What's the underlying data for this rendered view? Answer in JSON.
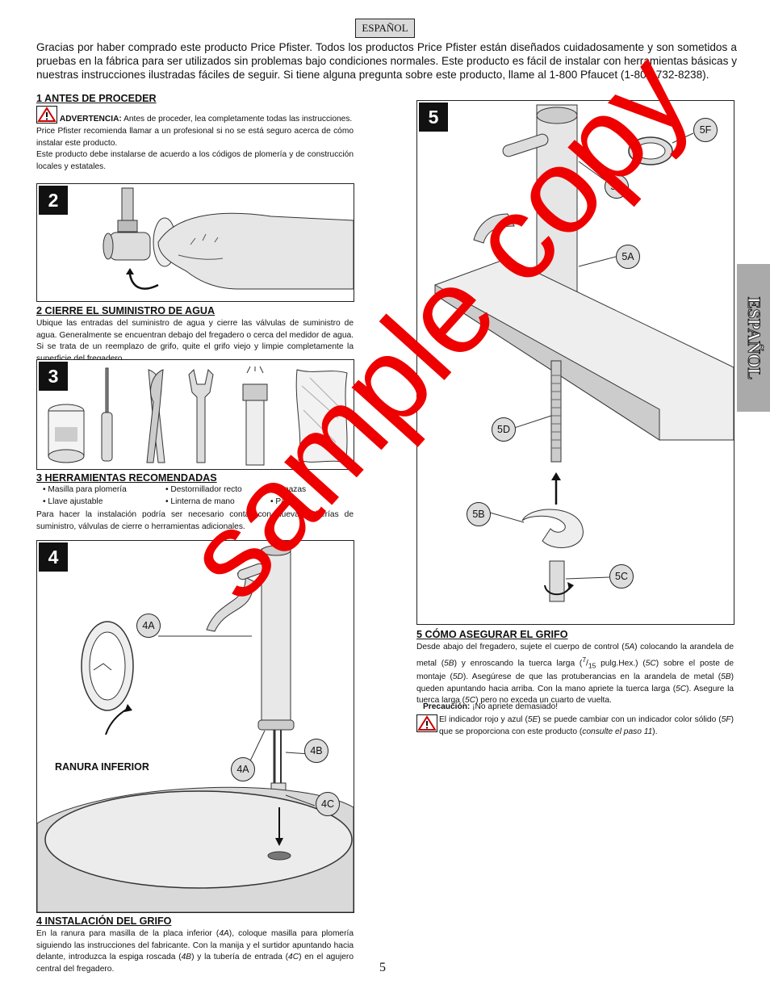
{
  "header": {
    "language_tag": "ESPAÑOL"
  },
  "intro": "Gracias por haber comprado este producto Price Pfister. Todos los productos Price Pfister están diseñados cuidadosamente y son sometidos a pruebas en la fábrica para ser utilizados sin problemas bajo condiciones normales. Este producto es fácil de instalar con herramientas básicas y nuestras instrucciones ilustradas fáciles de seguir. Si tiene alguna pregunta sobre este producto, llame al 1-800 Pfaucet (1-800-732-8238).",
  "side_tab": "ESPAÑOL",
  "section1": {
    "heading": "1  ANTES DE PROCEDER",
    "warning_label": "ADVERTENCIA:",
    "warning_text": " Antes de proceder, lea completamente todas las instrucciones.",
    "para1": "Price Pfister recomienda llamar a un profesional si no se está seguro acerca de cómo instalar este producto.",
    "para2": "Este producto debe instalarse de acuerdo a los códigos de plomería y de construcción locales y estatales."
  },
  "fig2": {
    "number": "2"
  },
  "section2": {
    "heading": "2  CIERRE EL SUMINISTRO DE AGUA",
    "text": "Ubique las entradas del suministro de agua y cierre las válvulas de suministro de agua. Generalmente se encuentran debajo del fregadero o cerca del medidor de agua. Si se trata de un reemplazo de grifo, quite el grifo viejo y limpie completamente la superficie del fregadero."
  },
  "fig3": {
    "number": "3"
  },
  "section3": {
    "heading": "3  HERRAMIENTAS RECOMENDADAS",
    "tools": [
      "• Masilla para plomería",
      "• Destornillador recto",
      "• Tenazas",
      "• Llave ajustable",
      "• Linterna de mano",
      "• Paño"
    ],
    "text": "Para hacer la instalación podría ser necesario contar con nuevas tuberías de suministro, válvulas de cierre o herramientas adicionales."
  },
  "fig4": {
    "number": "4",
    "callouts": [
      "4A",
      "4A",
      "4B",
      "4C"
    ],
    "label_groove": "RANURA INFERIOR"
  },
  "section4": {
    "heading": "4  INSTALACIÓN DEL GRIFO ",
    "text_html": "En la ranura para masilla de la placa inferior (<i>4A</i>), coloque masilla para plomería siguiendo las instrucciones del fabricante.  Con la manija y el surtidor apuntando hacia delante, introduzca la espiga roscada (<i>4B</i>) y la tubería de entrada (<i>4C</i>) en el agujero central del fregadero."
  },
  "fig5": {
    "number": "5",
    "callouts": [
      "5F",
      "5E",
      "5A",
      "5D",
      "5B",
      "5C"
    ]
  },
  "section5": {
    "heading": "5  CÓMO ASEGURAR EL GRIFO",
    "text_html": "Desde abajo del fregadero, sujete el cuerpo de control (<i>5A</i>) colocando la arandela de metal (<i>5B</i>) y enroscando la tuerca larga (<sup>7</sup>/<sub>15</sub> pulg.Hex.) (<i>5C</i>) sobre el poste de montaje (<i>5D</i>). Asegúrese de que las protuberancias en la arandela de metal (<i>5B</i>) queden apuntando hacia arriba. Con la mano apriete la tuerca larga (<i>5C</i>). Asegure la tuerca larga (<i>5C</i>) pero no exceda un cuarto de vuelta.",
    "caution_label": "Precaución:",
    "caution_text": " ¡No apriete demasiado!",
    "note_html": " El indicador rojo y azul (<i>5E</i>) se puede cambiar con un indicador color sólido (<i>5F</i>) que se proporciona con este producto (<i>consulte el paso 11</i>)."
  },
  "watermark": "sample copy",
  "page_number": "5"
}
